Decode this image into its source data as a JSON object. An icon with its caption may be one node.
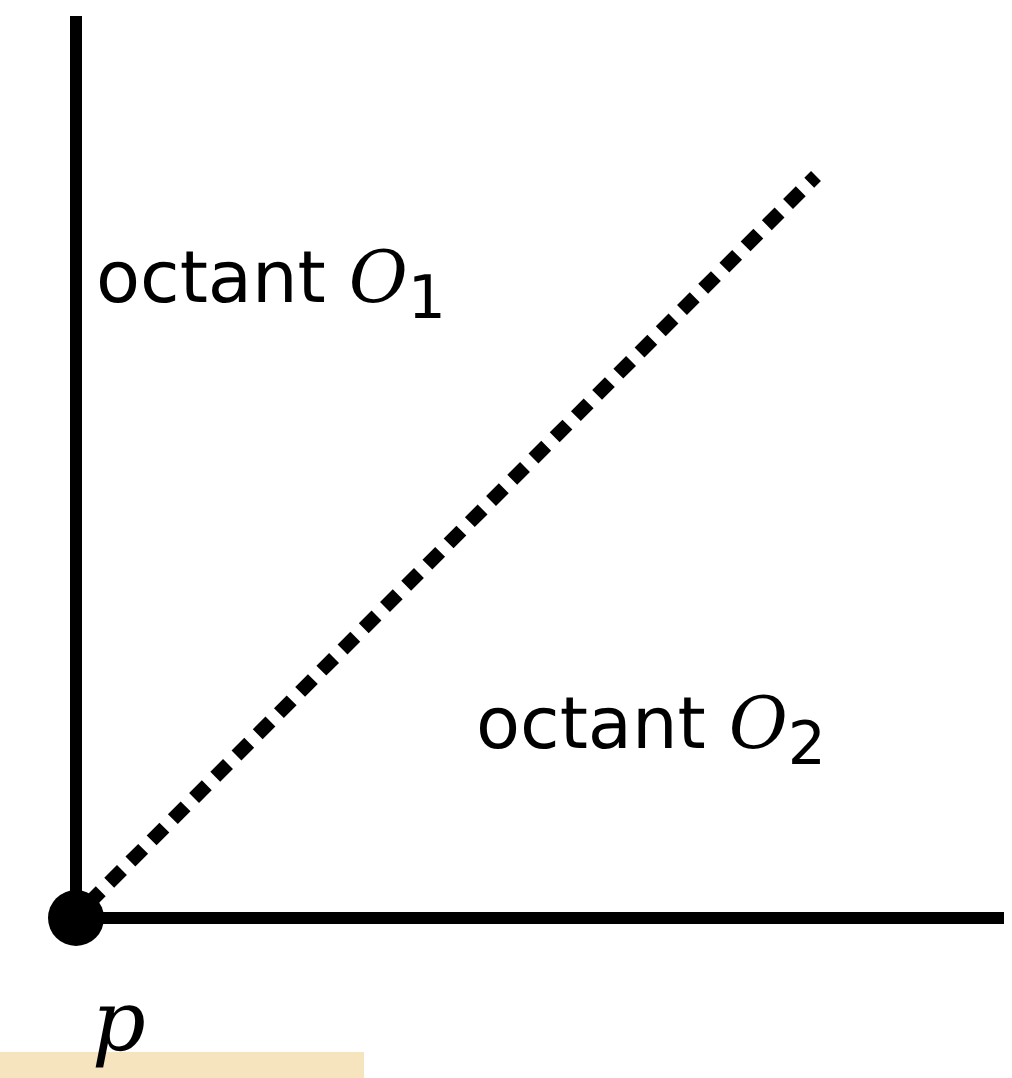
{
  "diagram": {
    "labels": [
      "octant *O*$_{1}$",
      "octant *O*$_{2}$",
      "p"
    ]
  }
}
